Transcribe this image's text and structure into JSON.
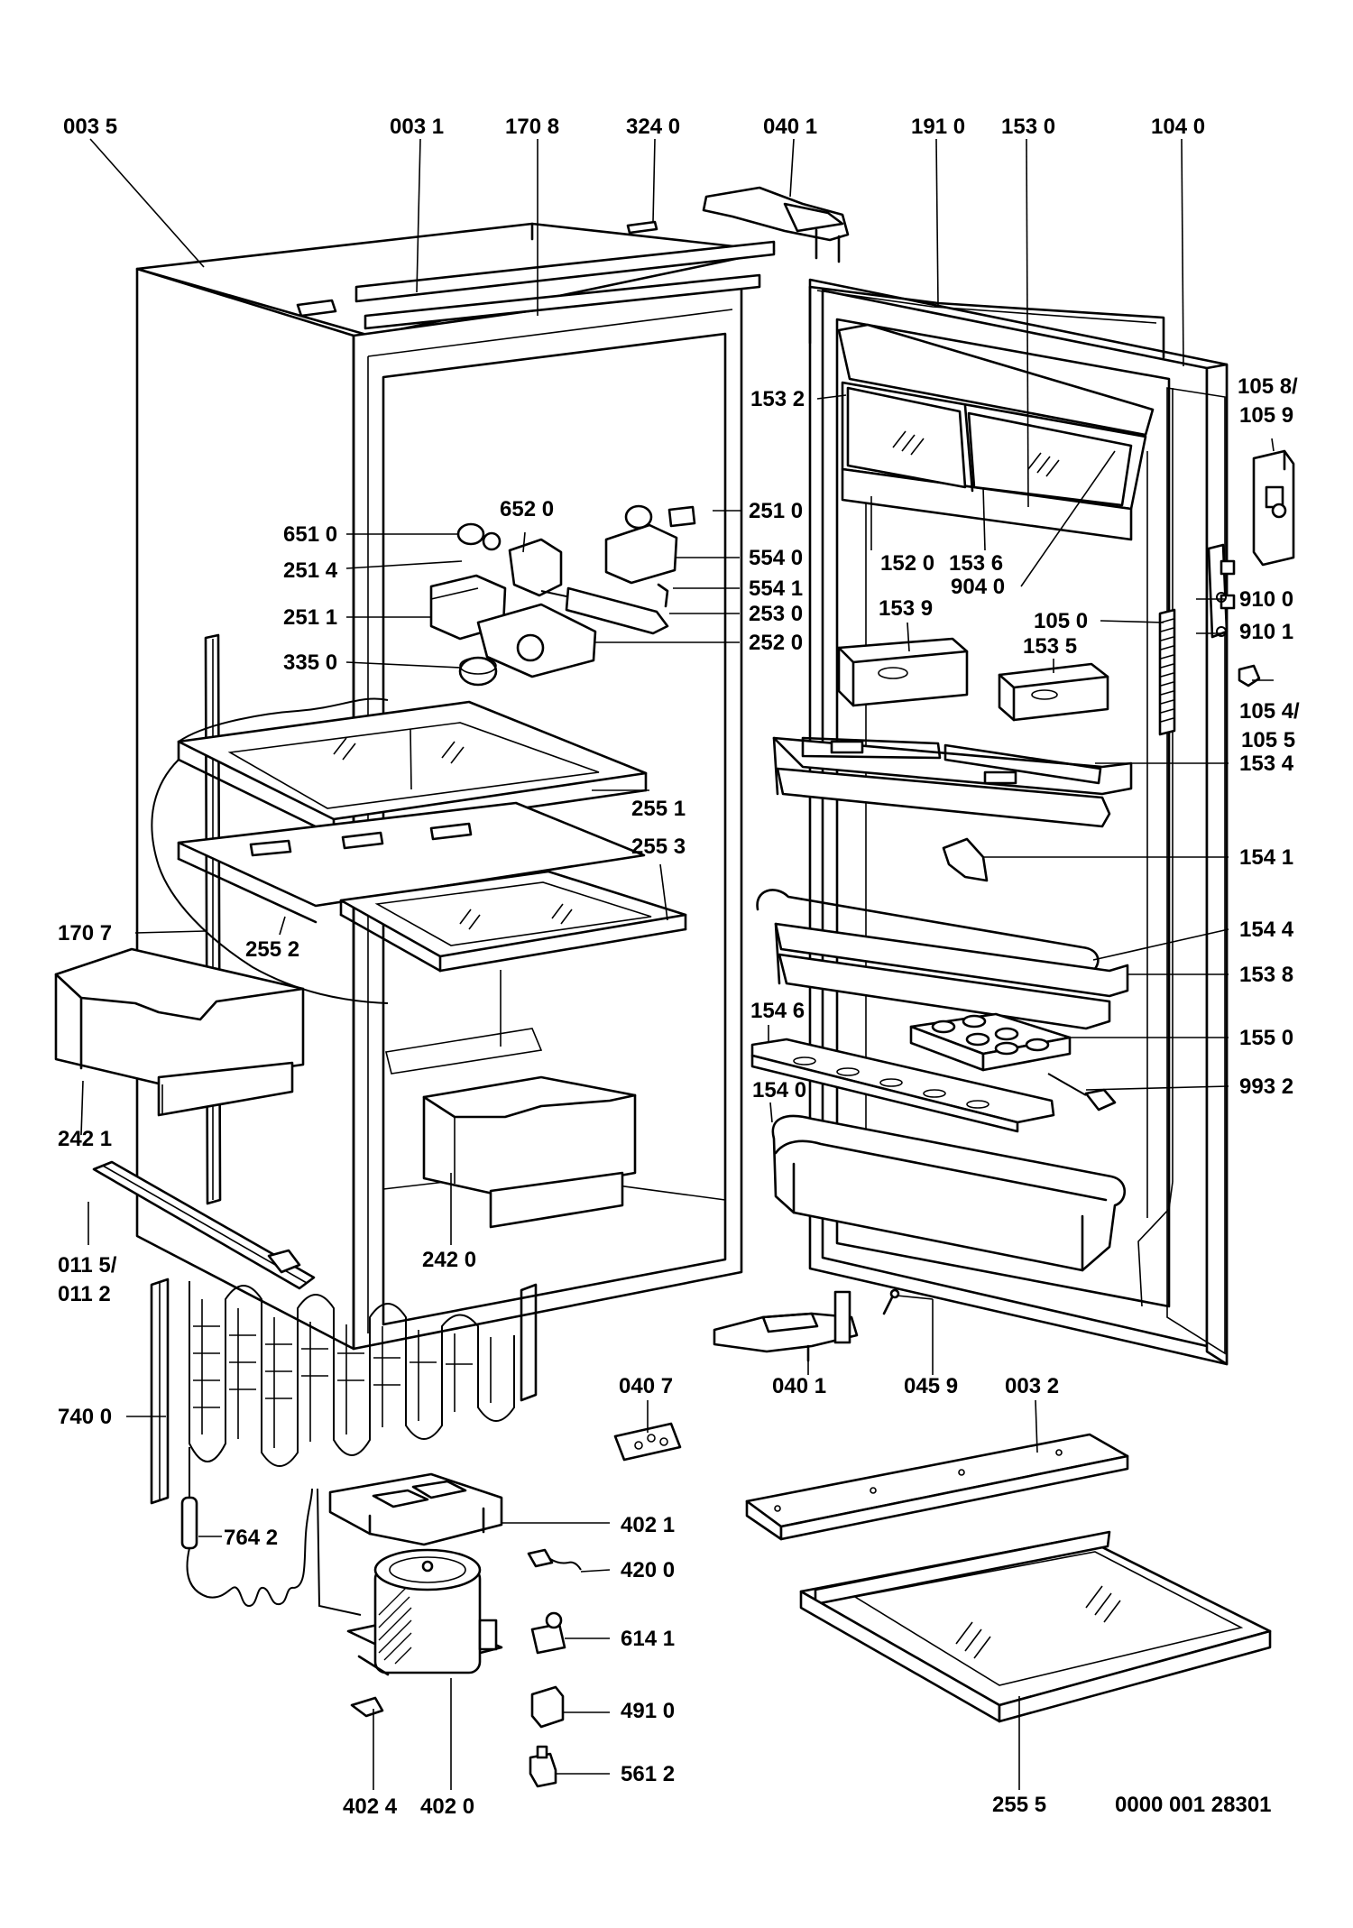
{
  "diagram": {
    "document_code": "0000 001 28301",
    "labels": {
      "p0035": "003 5",
      "p0031": "003 1",
      "p1708": "170 8",
      "p3240": "324 0",
      "p0401a": "040 1",
      "p1910": "191 0",
      "p1530": "153 0",
      "p1040": "104 0",
      "p1532": "153 2",
      "p1058": "105 8/",
      "p1059": "105 9",
      "p6520": "652 0",
      "p2510": "251 0",
      "p6510": "651 0",
      "p5540": "554 0",
      "p2514": "251 4",
      "p5541": "554 1",
      "p1520": "152 0",
      "p1536": "153 6",
      "p9040": "904 0",
      "p2511": "251 1",
      "p2530": "253 0",
      "p9100": "910 0",
      "p1539": "153 9",
      "p1050": "105 0",
      "p9101": "910 1",
      "p2520": "252 0",
      "p1535": "153 5",
      "p3350": "335 0",
      "p1054": "105 4/",
      "p1055": "105 5",
      "p1534": "153 4",
      "p2551": "255 1",
      "p2553": "255 3",
      "p1541": "154 1",
      "p1707": "170 7",
      "p2552": "255 2",
      "p1544": "154 4",
      "p1538": "153 8",
      "p1546": "154 6",
      "p1550": "155 0",
      "p9932": "993 2",
      "p2421": "242 1",
      "p1540": "154 0",
      "p0115": "011 5/",
      "p0112": "011 2",
      "p2420": "242 0",
      "p7400": "740 0",
      "p0407": "040 7",
      "p0401b": "040 1",
      "p0459": "045 9",
      "p0032": "003 2",
      "p7642": "764 2",
      "p4021": "402 1",
      "p4200": "420 0",
      "p6141": "614 1",
      "p4910": "491 0",
      "p5612": "561 2",
      "p4024": "402 4",
      "p4020": "402 0",
      "p2555": "255 5"
    }
  }
}
